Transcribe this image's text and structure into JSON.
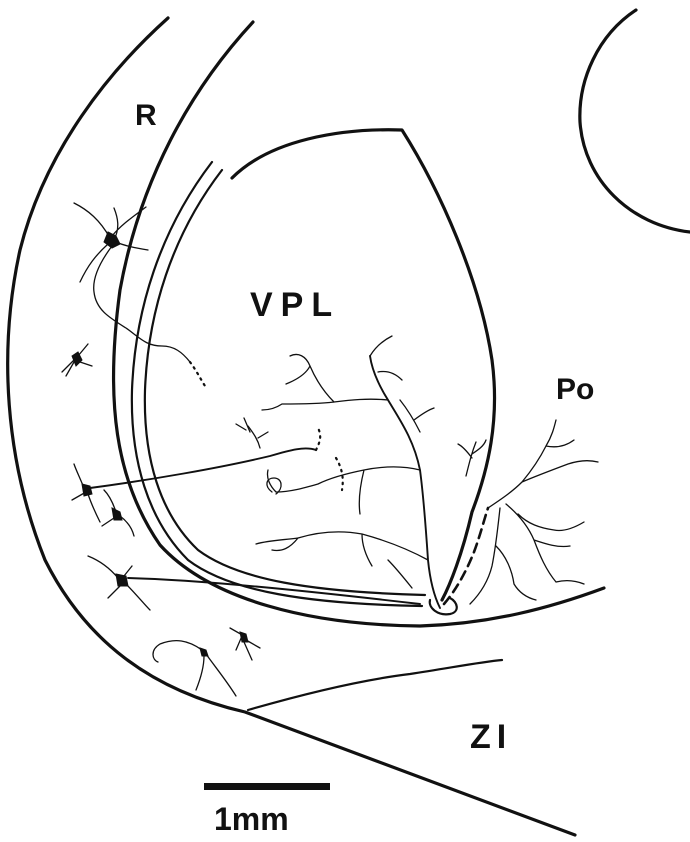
{
  "labels": {
    "r": "R",
    "vpl": "VPL",
    "po": "Po",
    "zi": "ZI"
  },
  "scale": {
    "label": "1mm"
  }
}
